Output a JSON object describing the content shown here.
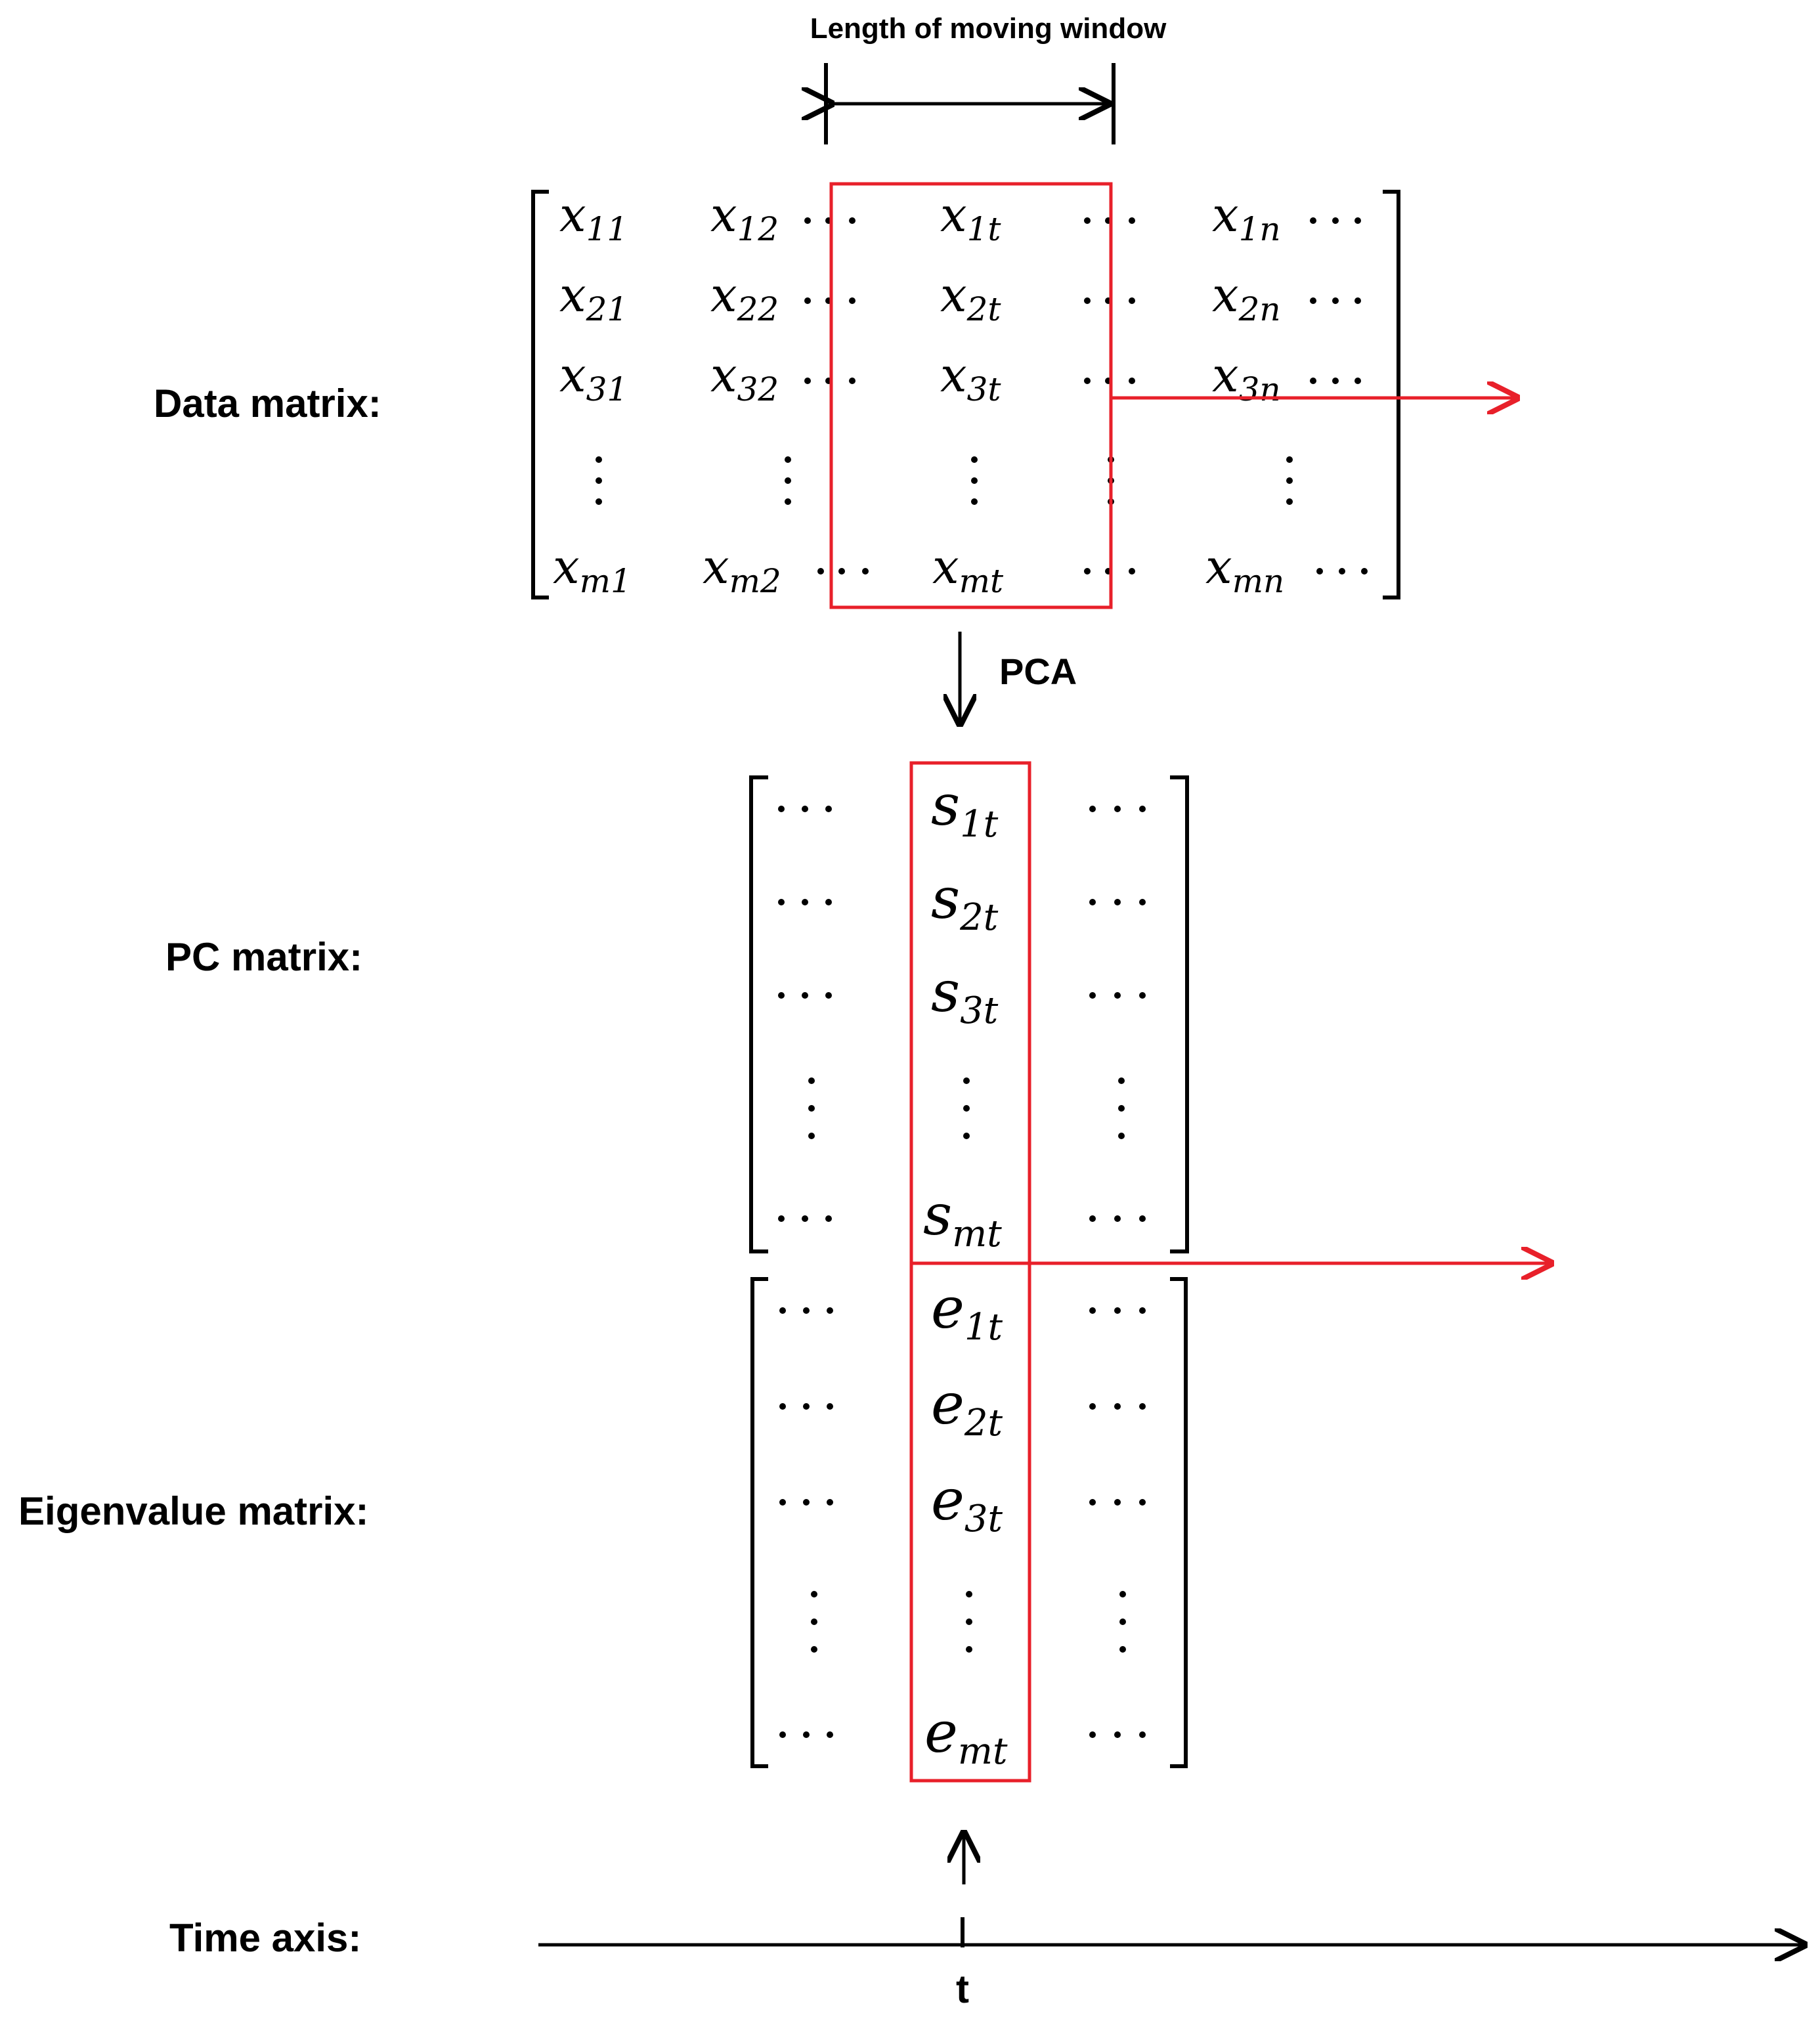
{
  "labels": {
    "window_length": "Length of moving window",
    "data_matrix": "Data matrix:",
    "pca": "PCA",
    "pc_matrix": "PC matrix:",
    "eigenvalue_matrix": "Eigenvalue matrix:",
    "time_axis": "Time axis:",
    "t": "t"
  },
  "data_matrix": {
    "rows": [
      [
        [
          "x",
          "11"
        ],
        [
          "x",
          "12"
        ],
        [
          "x",
          "1t"
        ],
        [
          "x",
          "1n"
        ]
      ],
      [
        [
          "x",
          "21"
        ],
        [
          "x",
          "22"
        ],
        [
          "x",
          "2t"
        ],
        [
          "x",
          "2n"
        ]
      ],
      [
        [
          "x",
          "31"
        ],
        [
          "x",
          "32"
        ],
        [
          "x",
          "3t"
        ],
        [
          "x",
          "3n"
        ]
      ],
      [
        [
          "x",
          "m1"
        ],
        [
          "x",
          "m2"
        ],
        [
          "x",
          "mt"
        ],
        [
          "x",
          "mn"
        ]
      ]
    ]
  },
  "pc_matrix": {
    "rows": [
      [
        "s",
        "1t"
      ],
      [
        "s",
        "2t"
      ],
      [
        "s",
        "3t"
      ],
      [
        "s",
        "mt"
      ]
    ]
  },
  "eigenvalue_matrix": {
    "rows": [
      [
        "e",
        "1t"
      ],
      [
        "e",
        "2t"
      ],
      [
        "e",
        "3t"
      ],
      [
        "e",
        "mt"
      ]
    ]
  },
  "colors": {
    "highlight": "#e8202a",
    "ink": "#000000",
    "background": "#ffffff"
  }
}
